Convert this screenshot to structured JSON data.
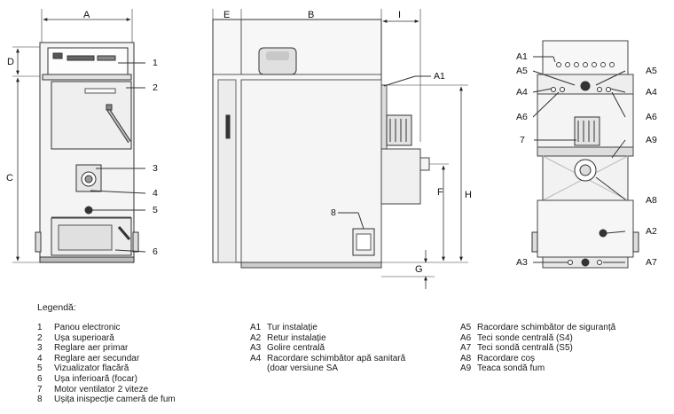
{
  "dimensions": {
    "front": [
      "A",
      "D",
      "C"
    ],
    "side": [
      "E",
      "B",
      "I",
      "H",
      "F",
      "G"
    ]
  },
  "callouts": {
    "front": [
      "1",
      "2",
      "3",
      "4",
      "5",
      "6"
    ],
    "side": [
      "A1",
      "8"
    ],
    "back": [
      "A1",
      "A5",
      "A5",
      "A4",
      "A4",
      "A6",
      "A6",
      "7",
      "A9",
      "A8",
      "A2",
      "A3",
      "A7"
    ]
  },
  "legend": {
    "title": "Legendă:",
    "components": [
      {
        "key": "1",
        "text": "Panou electronic"
      },
      {
        "key": "2",
        "text": "Ușa superioară"
      },
      {
        "key": "3",
        "text": "Reglare aer primar"
      },
      {
        "key": "4",
        "text": "Reglare aer secundar"
      },
      {
        "key": "5",
        "text": "Vizualizator flacără"
      },
      {
        "key": "6",
        "text": "Ușa inferioară (focar)"
      },
      {
        "key": "7",
        "text": "Motor ventilator 2 viteze"
      },
      {
        "key": "8",
        "text": "Ușița inispecție cameră de fum"
      }
    ],
    "connections_a": [
      {
        "key": "A1",
        "text": "Tur instalație"
      },
      {
        "key": "A2",
        "text": "Retur instalație"
      },
      {
        "key": "A3",
        "text": "Golire centrală"
      },
      {
        "key": "A4",
        "text": "Racordare schimbător apă sanitară"
      },
      {
        "key": "",
        "text": "(doar versiune SA"
      }
    ],
    "connections_b": [
      {
        "key": "A5",
        "text": "Racordare schimbător de siguranță"
      },
      {
        "key": "A6",
        "text": "Teci sonde centrală (S4)"
      },
      {
        "key": "A7",
        "text": "Teci sondă centrală (S5)"
      },
      {
        "key": "A8",
        "text": "Racordare coș"
      },
      {
        "key": "A9",
        "text": "Teaca sondă fum"
      }
    ]
  }
}
